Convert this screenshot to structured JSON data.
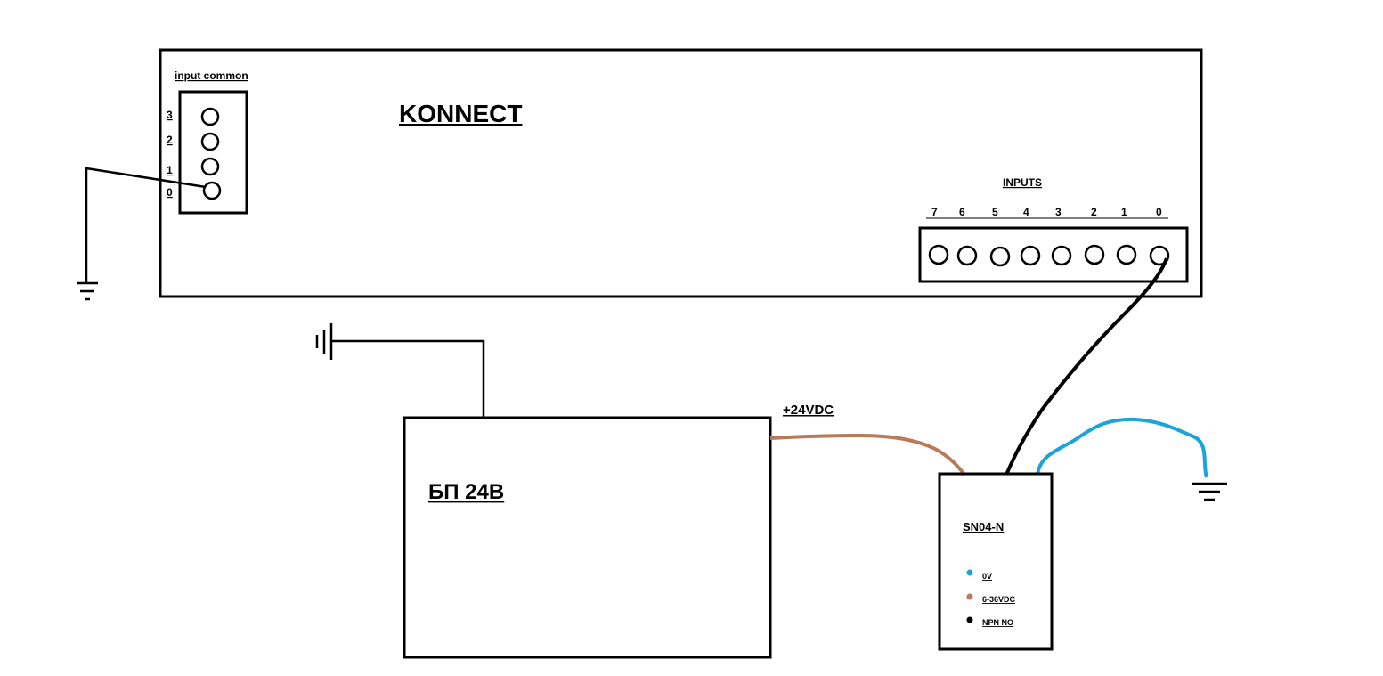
{
  "konnect": {
    "title": "KONNECT",
    "input_common": {
      "label": "input common",
      "terminals": [
        "3",
        "2",
        "1",
        "0"
      ]
    },
    "inputs": {
      "label": "INPUTS",
      "terminals": [
        "7",
        "6",
        "5",
        "4",
        "3",
        "2",
        "1",
        "0"
      ]
    }
  },
  "psu": {
    "title": "БП 24В",
    "output_label": "+24VDC"
  },
  "sensor": {
    "title": "SN04-N",
    "legend": [
      {
        "label": "0V",
        "color": "#1ca3dc"
      },
      {
        "label": "6-36VDC",
        "color": "#b97a57"
      },
      {
        "label": "NPN NO",
        "color": "#000000"
      }
    ]
  },
  "colors": {
    "wire_brown": "#b97a57",
    "wire_blue": "#1ca3dc",
    "wire_black": "#000000"
  }
}
